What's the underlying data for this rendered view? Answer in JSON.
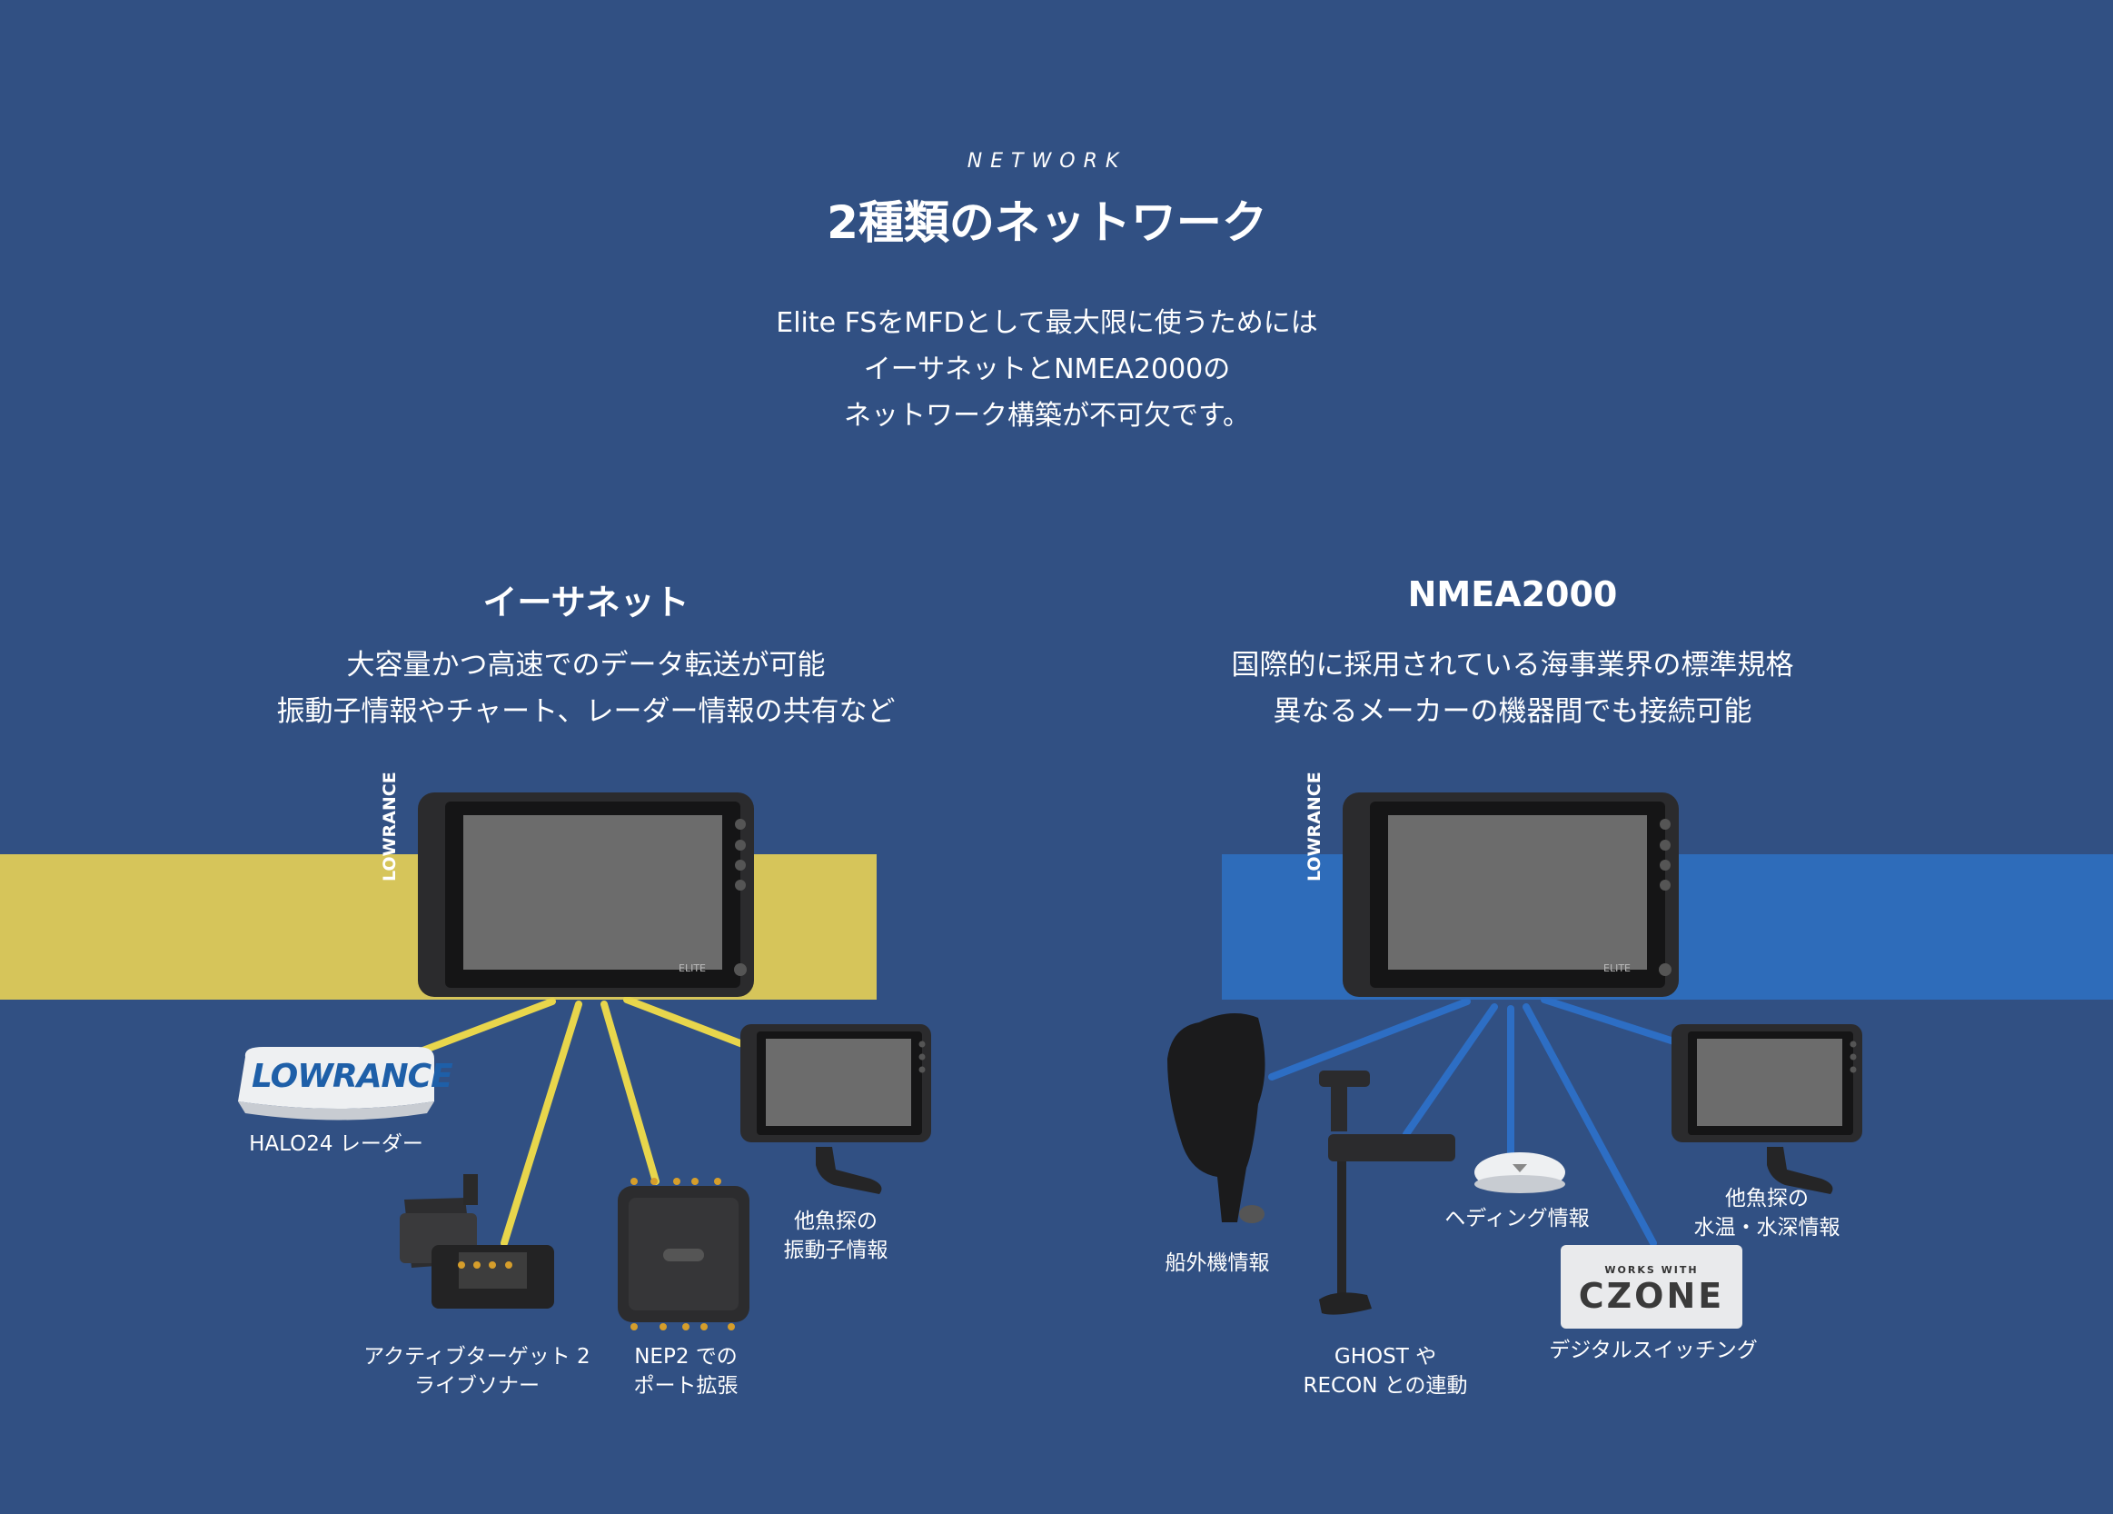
{
  "header": {
    "eyebrow": "NETWORK",
    "title": "2種類のネットワーク",
    "intro": [
      "Elite FSをMFDとして最大限に使うためには",
      "イーサネットとNMEA2000の",
      "ネットワーク構築が不可欠です。"
    ]
  },
  "colors": {
    "background": "#315083",
    "ethernet_band": "#d6c55a",
    "ethernet_line": "#e8d64c",
    "nmea_band": "#2e6cba",
    "nmea_line": "#2d6ec4"
  },
  "ethernet": {
    "title": "イーサネット",
    "subtitle": [
      "大容量かつ高速でのデータ転送が可能",
      "振動子情報やチャート、レーダー情報の共有など"
    ],
    "devices": [
      {
        "id": "radar",
        "lines": [
          "HALO24 レーダー"
        ],
        "icon": "radar-dome-icon",
        "logo": "LOWRANCE"
      },
      {
        "id": "sonar",
        "lines": [
          "アクティブターゲット 2",
          "ライブソナー"
        ],
        "icon": "live-sonar-icon"
      },
      {
        "id": "nep2",
        "lines": [
          "NEP2 での",
          "ポート拡張"
        ],
        "icon": "network-expansion-port-icon"
      },
      {
        "id": "fishfinder",
        "lines": [
          "他魚探の",
          "振動子情報"
        ],
        "icon": "fishfinder-display-icon"
      }
    ]
  },
  "nmea": {
    "title": "NMEA2000",
    "subtitle": [
      "国際的に採用されている海事業界の標準規格",
      "異なるメーカーの機器間でも接続可能"
    ],
    "devices": [
      {
        "id": "outboard",
        "lines": [
          "船外機情報"
        ],
        "icon": "outboard-motor-icon"
      },
      {
        "id": "ghost",
        "lines": [
          "GHOST や",
          "RECON との連動"
        ],
        "icon": "trolling-motor-icon"
      },
      {
        "id": "heading",
        "lines": [
          "ヘディング情報"
        ],
        "icon": "heading-sensor-icon"
      },
      {
        "id": "czone",
        "lines": [
          "デジタルスイッチング"
        ],
        "icon": "czone-badge-icon",
        "badge_top": "WORKS WITH",
        "badge_main": "CZONE"
      },
      {
        "id": "fishfinder2",
        "lines": [
          "他魚探の",
          "水温・水深情報"
        ],
        "icon": "fishfinder-display-icon"
      }
    ]
  },
  "mfd": {
    "brand": "LOWRANCE",
    "model": "ELITE"
  }
}
